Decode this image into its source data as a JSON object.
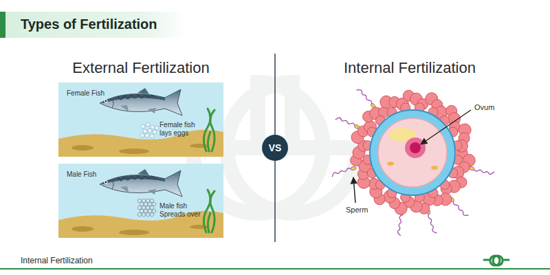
{
  "diagram": {
    "title": "Types of Fertilization",
    "caption": "Internal Fertilization",
    "nodes": [
      {
        "text": [
          "Female Fish",
          "Female fish lays eggs"
        ]
      },
      {
        "text": [
          "Male Fish",
          "Male fish Spreads over"
        ]
      },
      {
        "text": [
          "VS"
        ]
      }
    ],
    "labels": [
      "External Fertilization",
      "Internal Fertilization",
      "Ovum",
      "Sperm"
    ]
  }
}
